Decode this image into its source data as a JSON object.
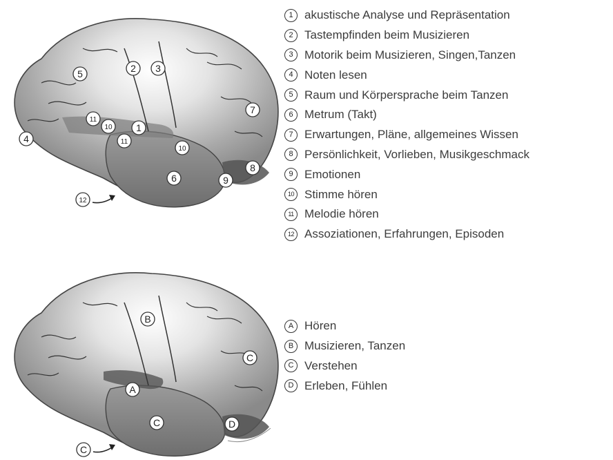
{
  "top_legend": [
    {
      "marker": "1",
      "label": "akustische Analyse und Repräsentation"
    },
    {
      "marker": "2",
      "label": "Tastempfinden beim Musizieren"
    },
    {
      "marker": "3",
      "label": "Motorik beim Musizieren, Singen,Tanzen"
    },
    {
      "marker": "4",
      "label": "Noten lesen"
    },
    {
      "marker": "5",
      "label": "Raum und Körpersprache beim Tanzen"
    },
    {
      "marker": "6",
      "label": "Metrum (Takt)"
    },
    {
      "marker": "7",
      "label": "Erwartungen, Pläne, allgemeines Wissen"
    },
    {
      "marker": "8",
      "label": "Persönlichkeit, Vorlieben, Musikgeschmack"
    },
    {
      "marker": "9",
      "label": "Emotionen"
    },
    {
      "marker": "10",
      "label": "Stimme hören"
    },
    {
      "marker": "11",
      "label": "Melodie hören"
    },
    {
      "marker": "12",
      "label": "Assoziationen, Erfahrungen, Episoden"
    }
  ],
  "bottom_legend": [
    {
      "marker": "A",
      "label": "Hören"
    },
    {
      "marker": "B",
      "label": "Musizieren, Tanzen"
    },
    {
      "marker": "C",
      "label": "Verstehen"
    },
    {
      "marker": "D",
      "label": "Erleben, Fühlen"
    }
  ],
  "top_brain_markers": [
    "1",
    "2",
    "3",
    "4",
    "5",
    "6",
    "7",
    "8",
    "9",
    "10",
    "11",
    "12",
    "10",
    "11"
  ],
  "bottom_brain_markers": [
    "A",
    "B",
    "C",
    "C",
    "D",
    "C"
  ]
}
